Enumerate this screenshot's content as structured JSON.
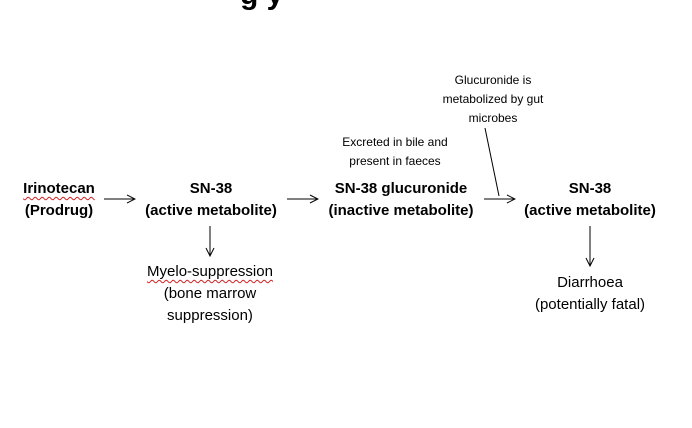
{
  "title_fragment": "g         y",
  "nodes": {
    "irinotecan": {
      "name": "Irinotecan",
      "sub": "(Prodrug)"
    },
    "sn38_first": {
      "name": "SN-38",
      "sub": "(active metabolite)"
    },
    "sn38_glucuronide": {
      "name": "SN-38 glucuronide",
      "sub": "(inactive metabolite)"
    },
    "sn38_second": {
      "name": "SN-38",
      "sub": "(active metabolite)"
    }
  },
  "effects": {
    "myelo": {
      "line1": "Myelo-suppression",
      "line2": "(bone marrow",
      "line3": "suppression)"
    },
    "diarrhoea": {
      "line1": "Diarrhoea",
      "line2": "(potentially fatal)"
    }
  },
  "notes": {
    "bile": {
      "line1": "Excreted in bile and",
      "line2": "present in faeces"
    },
    "gut": {
      "line1": "Glucuronide is",
      "line2": "metabolized by gut",
      "line3": "microbes"
    }
  }
}
